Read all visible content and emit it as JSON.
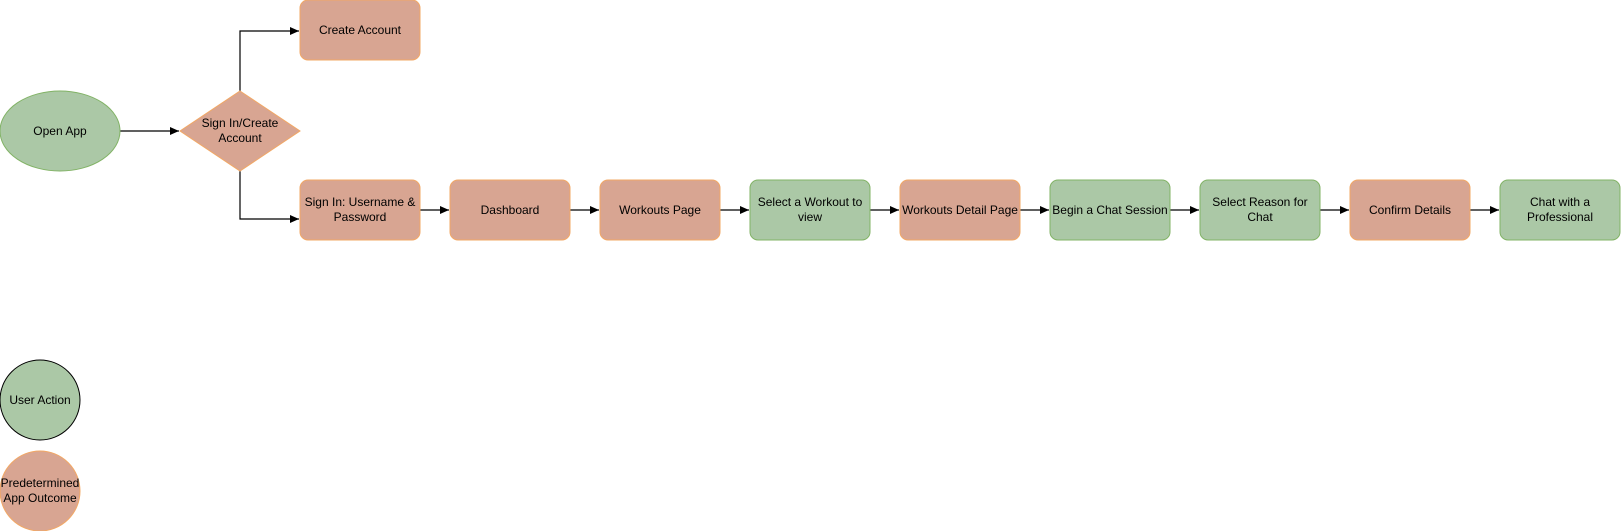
{
  "colors": {
    "user_action_fill": "#abc8a6",
    "user_action_stroke": "#82b366",
    "app_outcome_fill": "#d8a592",
    "app_outcome_stroke": "#f2a865",
    "edge": "#000000"
  },
  "nodes": {
    "open_app": "Open App",
    "decision": "Sign In/Create Account",
    "create_account": "Create Account",
    "sign_in": "Sign In: Username & Password",
    "dashboard": "Dashboard",
    "workouts_page": "Workouts Page",
    "select_workout": "Select a Workout to view",
    "workouts_detail": "Workouts Detail Page",
    "begin_chat": "Begin a Chat Session",
    "select_reason": "Select Reason for Chat",
    "confirm_details": "Confirm Details",
    "chat_professional": "Chat with a Professional"
  },
  "legend": {
    "user_action": "User Action",
    "app_outcome": "Predetermined App Outcome"
  }
}
